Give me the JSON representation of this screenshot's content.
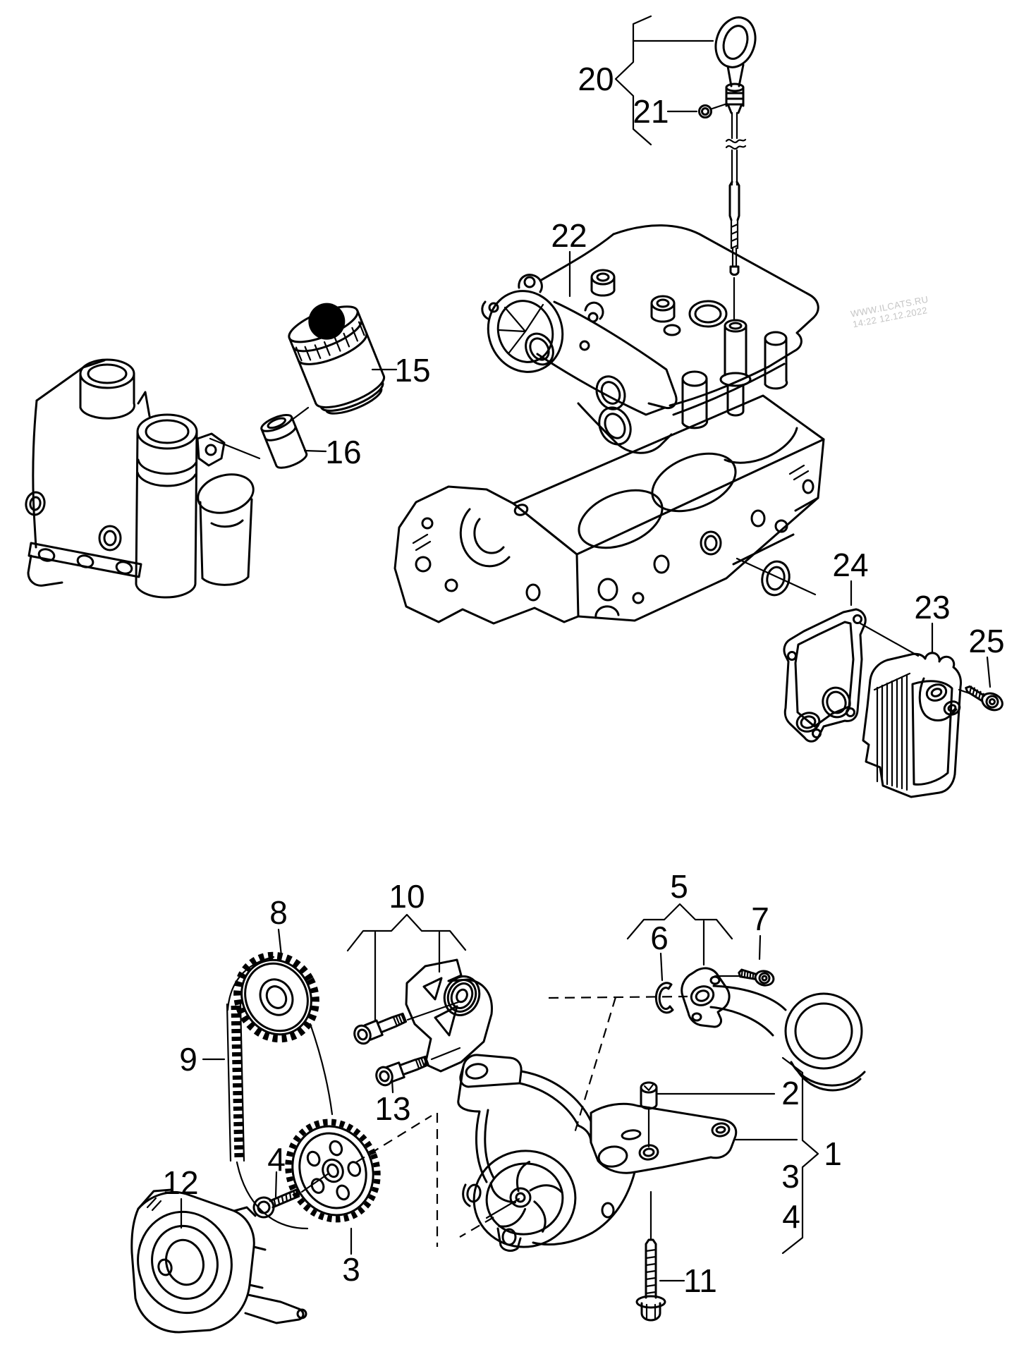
{
  "page": {
    "background_color": "#ffffff",
    "line_color": "#000000",
    "diagram_type": "exploded-parts-diagram"
  },
  "watermark": {
    "site": "WWW.ILCATS.RU",
    "timestamp": "14:22 12.12.2022",
    "color": "#c5c5c5"
  },
  "callouts": [
    {
      "id": "15",
      "text": "15"
    },
    {
      "id": "16",
      "text": "16"
    },
    {
      "id": "20",
      "text": "20"
    },
    {
      "id": "21",
      "text": "21"
    },
    {
      "id": "22",
      "text": "22"
    },
    {
      "id": "24",
      "text": "24"
    },
    {
      "id": "23",
      "text": "23"
    },
    {
      "id": "25",
      "text": "25"
    },
    {
      "id": "5",
      "text": "5"
    },
    {
      "id": "6",
      "text": "6"
    },
    {
      "id": "7",
      "text": "7"
    },
    {
      "id": "8",
      "text": "8"
    },
    {
      "id": "9",
      "text": "9"
    },
    {
      "id": "10",
      "text": "10"
    },
    {
      "id": "13",
      "text": "13"
    },
    {
      "id": "12",
      "text": "12"
    },
    {
      "id": "4-left",
      "text": "4"
    },
    {
      "id": "3-left",
      "text": "3"
    },
    {
      "id": "2",
      "text": "2"
    },
    {
      "id": "1",
      "text": "1"
    },
    {
      "id": "3-right",
      "text": "3"
    },
    {
      "id": "4-right",
      "text": "4"
    },
    {
      "id": "11",
      "text": "11"
    }
  ]
}
